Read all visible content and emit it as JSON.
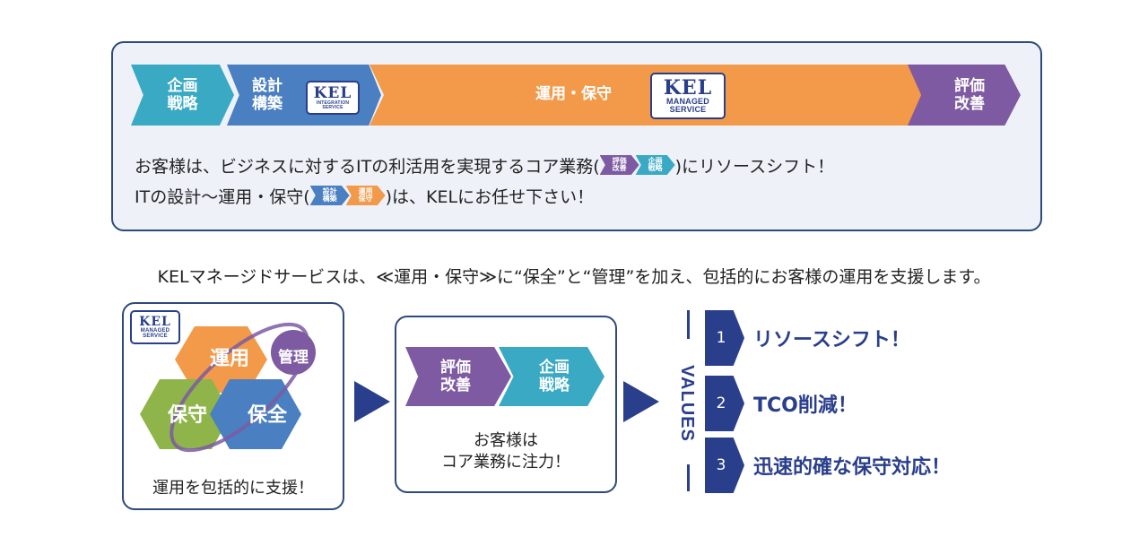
{
  "flow": {
    "stage1": [
      "企画",
      "戦略"
    ],
    "stage2": [
      "設計",
      "構築"
    ],
    "stage3": "運用・保守",
    "stage4": [
      "評価",
      "改善"
    ],
    "kel_integration": {
      "logo": "KEL",
      "line1": "INTEGRATION",
      "line2": "SERVICE"
    },
    "kel_managed": {
      "logo": "KEL",
      "line1": "MANAGED",
      "line2": "SERVICE"
    },
    "line1_before": "お客様は、ビジネスに対するITの利活用を実現するコア業務(",
    "line1_after": ")にリソースシフト！",
    "line2_before": "ITの設計～運用・保守(",
    "line2_after": ")は、KELにお任せ下さい！",
    "mini_eval": [
      "評価",
      "改善"
    ],
    "mini_plan": [
      "企画",
      "戦略"
    ],
    "mini_design": [
      "設計",
      "構築"
    ],
    "mini_ops": [
      "運用",
      "保守"
    ]
  },
  "headline": "KELマネージドサービスは、≪運用・保守≫に“保全”と“管理”を加え、包括的にお客様の運用を支援します。",
  "box1": {
    "logo": {
      "logo": "KEL",
      "line1": "MANAGED",
      "line2": "SERVICE"
    },
    "hex_ops": "運用",
    "hex_preserve": "保守",
    "hex_maintain": "保全",
    "circle_manage": "管理",
    "caption": "運用を包括的に支援！"
  },
  "box2": {
    "arrow_eval": [
      "評価",
      "改善"
    ],
    "arrow_plan": [
      "企画",
      "戦略"
    ],
    "caption": [
      "お客様は",
      "コア業務に注力！"
    ]
  },
  "values": {
    "label": "VALUES",
    "items": [
      {
        "num": "1",
        "text": "リソースシフト！"
      },
      {
        "num": "2",
        "text": "TCO削減！"
      },
      {
        "num": "3",
        "text": "迅速的確な保守対応！"
      }
    ]
  },
  "colors": {
    "teal": "#3aa9c4",
    "blue": "#4a7fc1",
    "orange": "#f29a4a",
    "purple": "#7d5aa2",
    "navy": "#2a3f8c",
    "green": "#8fb54a",
    "border": "#2d4a7a"
  }
}
